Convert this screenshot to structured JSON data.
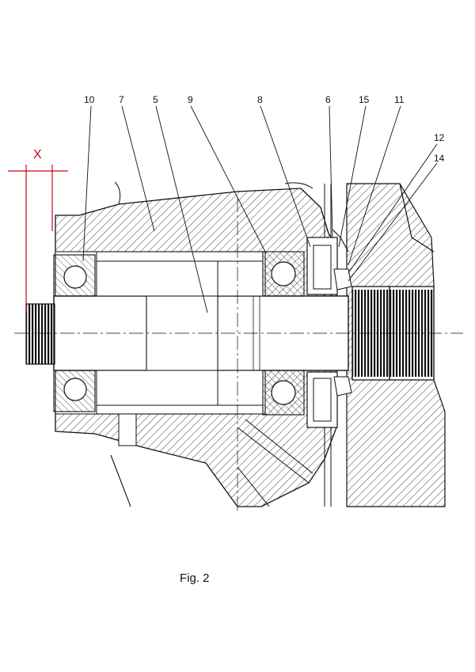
{
  "figure": {
    "caption": "Fig. 2",
    "dimension_label": "X",
    "reference_numerals": [
      "10",
      "7",
      "5",
      "9",
      "8",
      "6",
      "15",
      "11",
      "12",
      "14"
    ]
  },
  "colors": {
    "ink": "#111111",
    "dimension": "#d0021b",
    "background": "#ffffff"
  }
}
